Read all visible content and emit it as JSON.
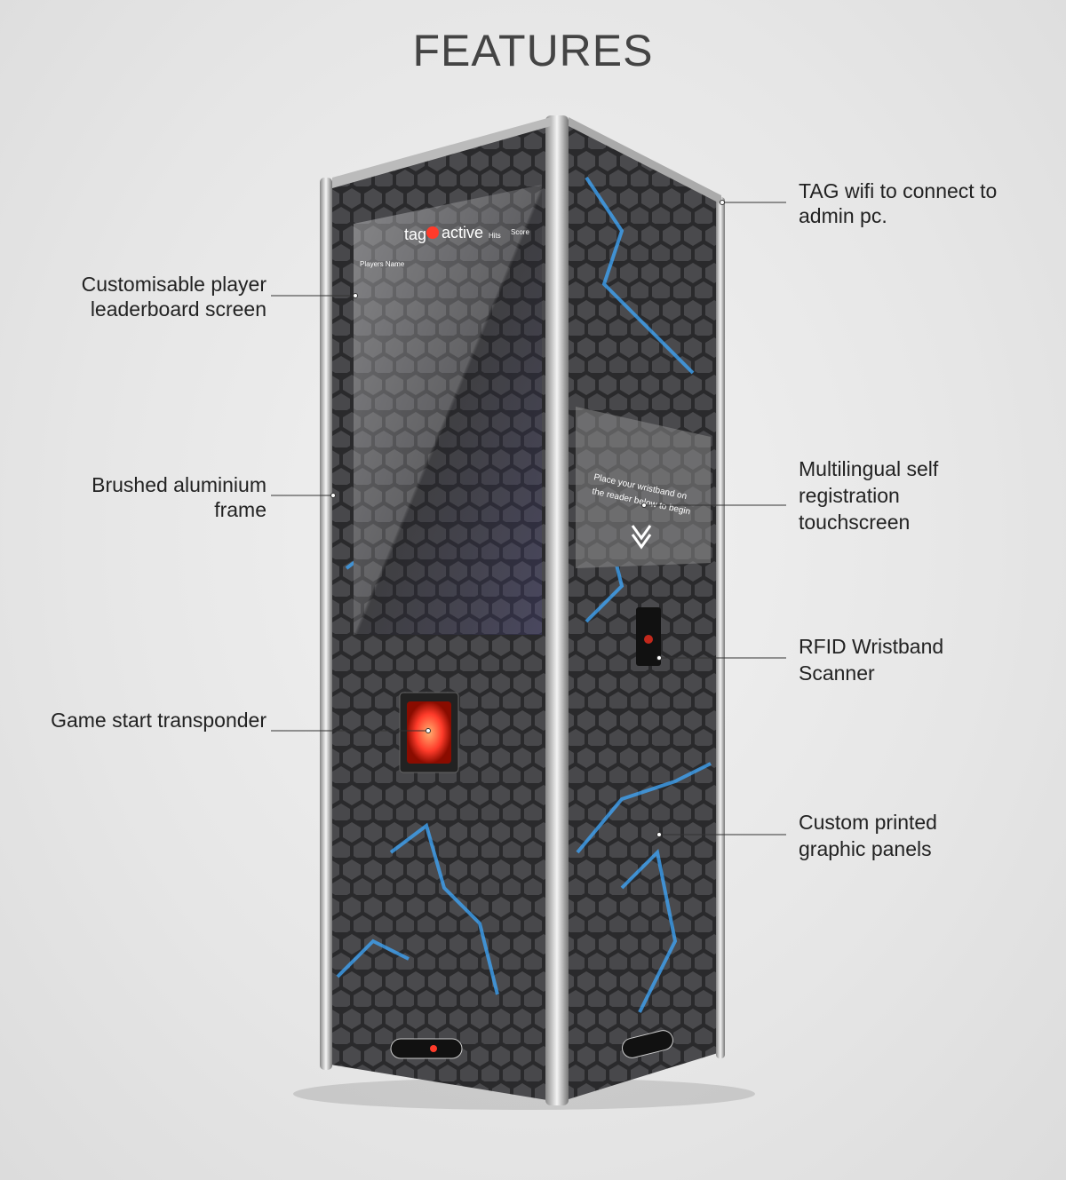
{
  "title": "FEATURES",
  "features": {
    "wifi": "TAG wifi to connect to admin pc.",
    "leaderboard": "Customisable player leaderboard screen",
    "frame": "Brushed aluminium frame",
    "touchscreen": "Multilingual self registration touchscreen",
    "rfid": "RFID Wristband Scanner",
    "transponder": "Game start transponder",
    "panels": "Custom printed graphic panels"
  },
  "screens": {
    "leaderboard_header_players": "Players Name",
    "leaderboard_header_hits": "Hits",
    "leaderboard_header_score": "Score",
    "touchscreen_line1": "Place your wristband on",
    "touchscreen_line2": "the reader below to begin"
  },
  "brand": "tag active",
  "colors": {
    "accent_blue": "#3fa9ff",
    "light_red": "#ff3b2a"
  }
}
